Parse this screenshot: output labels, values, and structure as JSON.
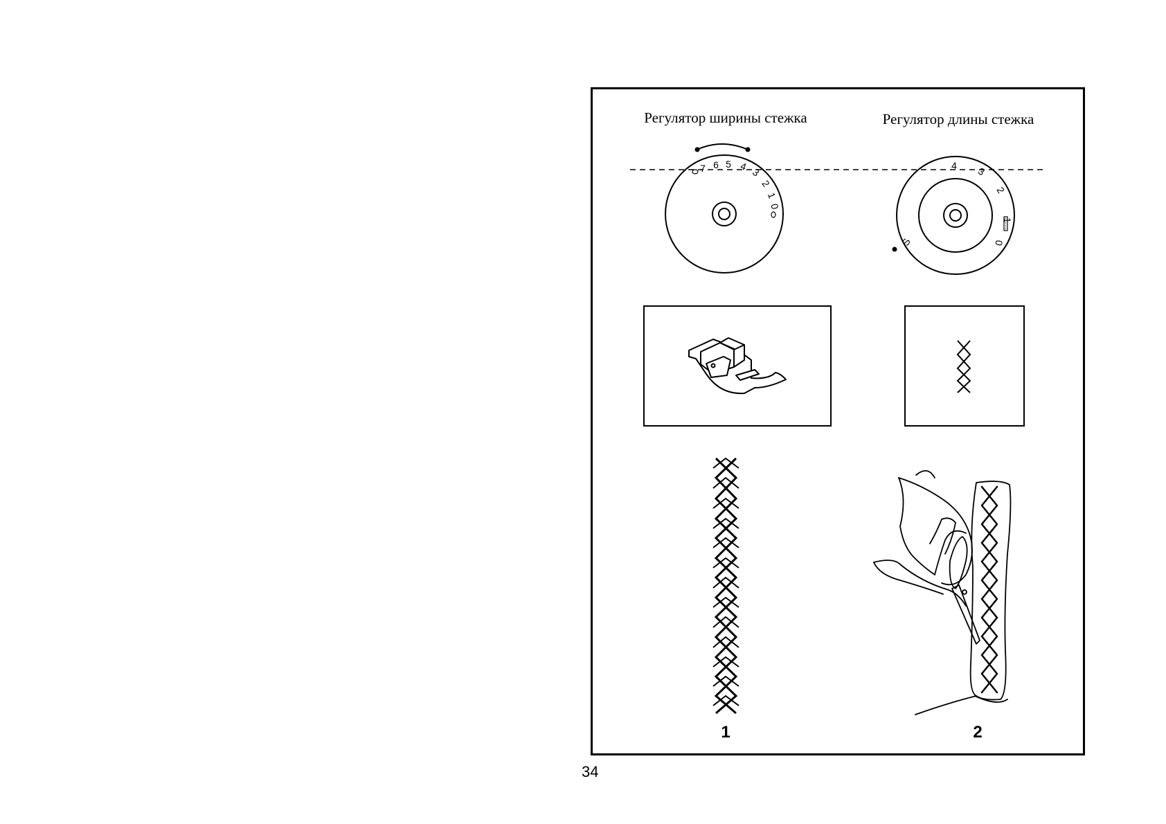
{
  "page": {
    "number": "34"
  },
  "dials": {
    "width": {
      "title": "Регулятор ширины стежка",
      "marks": [
        "7",
        "6",
        "5",
        "4",
        "3",
        "2",
        "1",
        "0"
      ]
    },
    "length": {
      "title": "Регулятор длины стежка",
      "marks": [
        "4",
        "3",
        "2",
        "1",
        "0"
      ],
      "special_mark": "S"
    }
  },
  "figures": {
    "first_label": "1",
    "second_label": "2"
  },
  "icons": {
    "presser_foot": "presser-foot-icon",
    "stitch_sample": "cross-stitch-icon",
    "hand_scissors": "hand-cutting-fabric-icon"
  }
}
